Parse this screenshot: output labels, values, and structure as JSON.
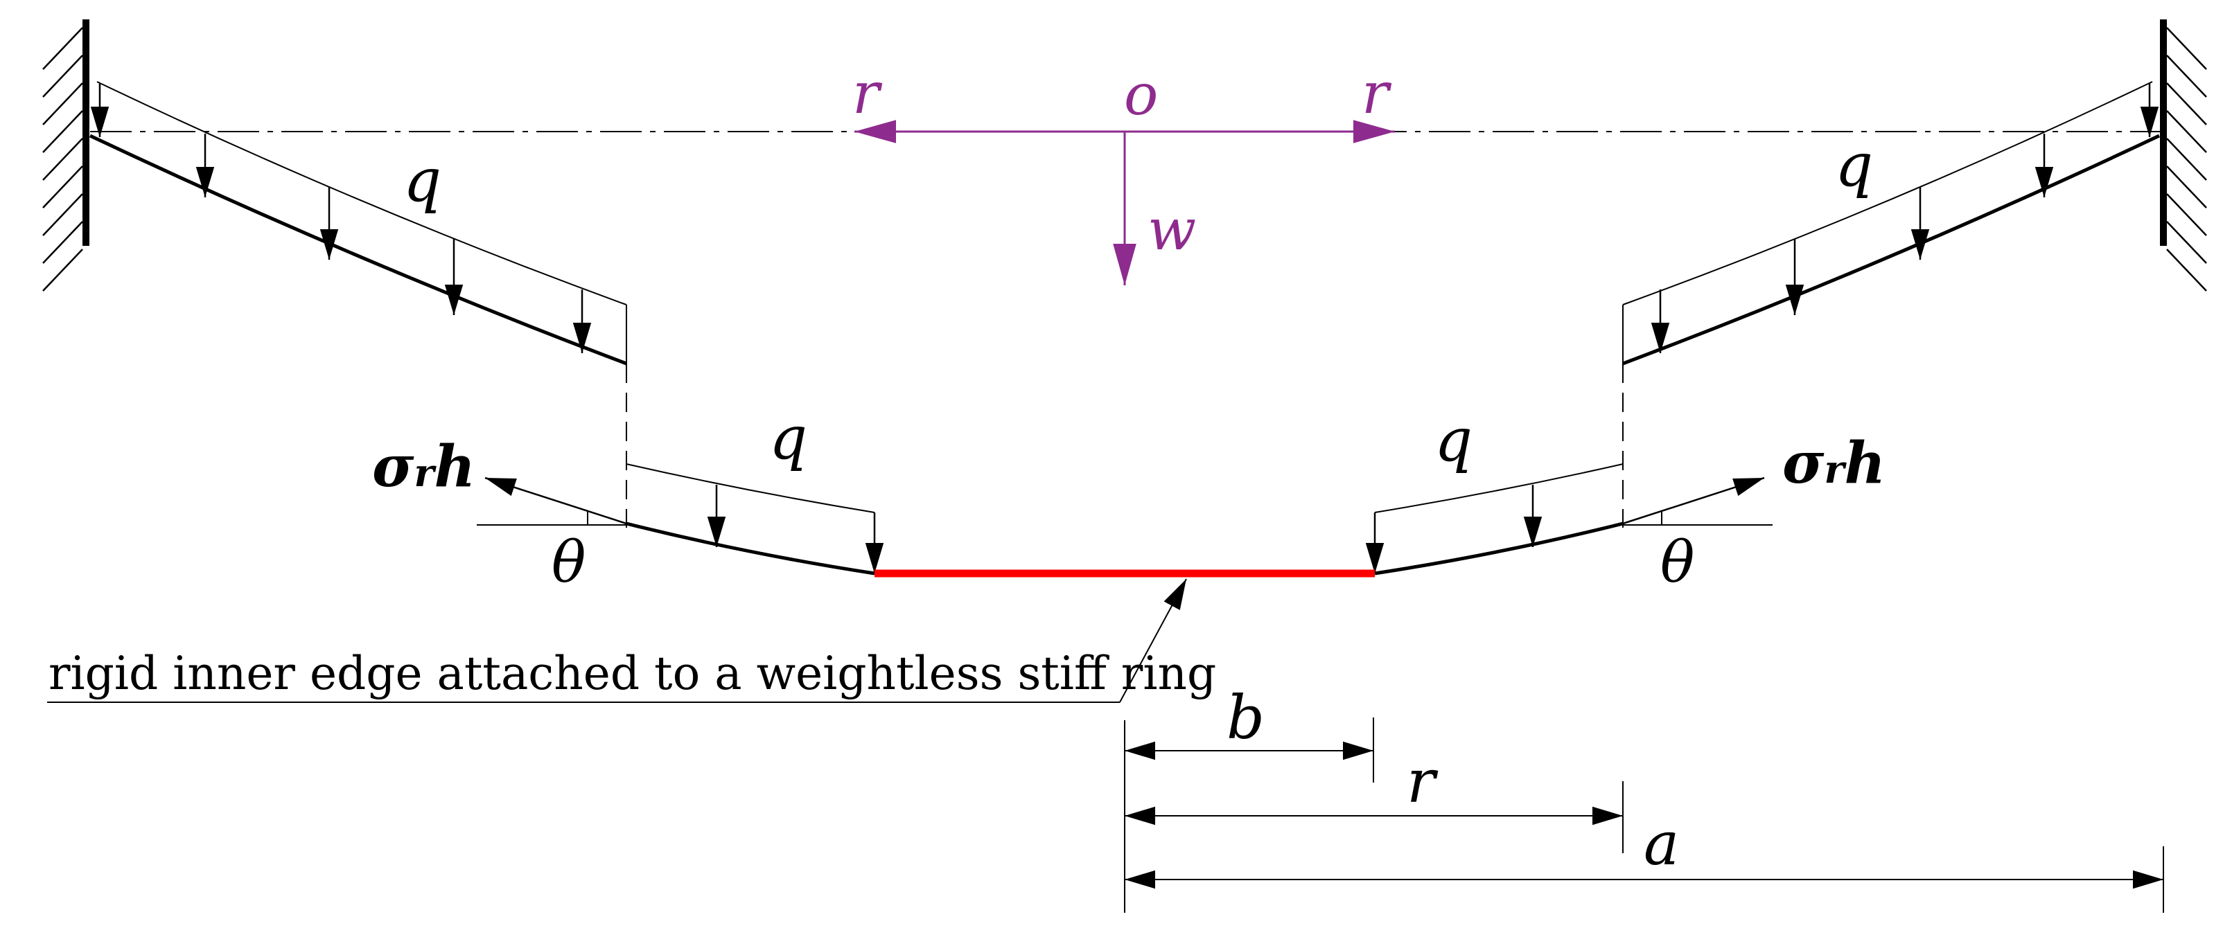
{
  "labels": {
    "q": "q",
    "r": "r",
    "o": "o",
    "w": "w",
    "sigma": "σ",
    "sigma_sub": "r",
    "sigma_h": "h",
    "theta": "θ",
    "b": "b",
    "a": "a",
    "callout": "rigid inner edge attached to a weightless stiff ring"
  },
  "colors": {
    "axis": "#8e2b8e",
    "rigid_ring": "#ff0000",
    "line": "#000000"
  }
}
